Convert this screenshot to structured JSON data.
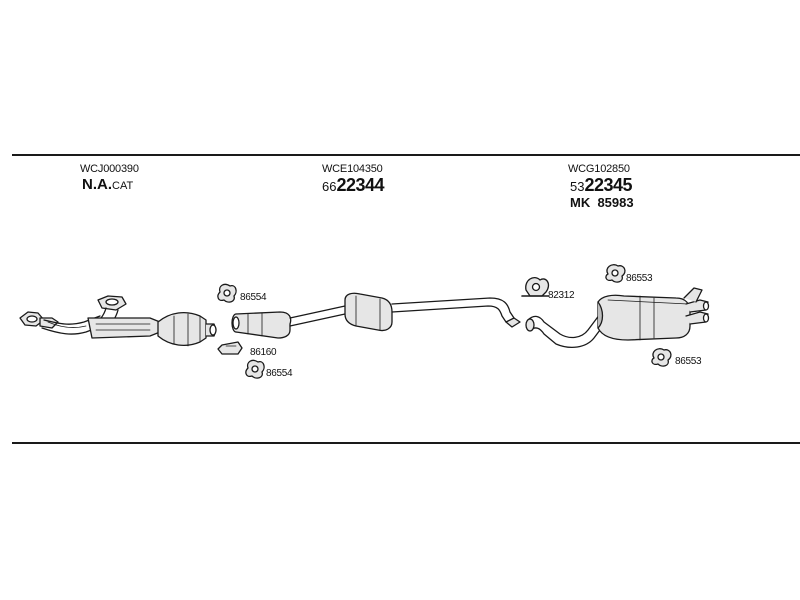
{
  "groups": [
    {
      "code": "WCJ000390",
      "note_big": "N.A.",
      "note_small": "CAT"
    },
    {
      "code": "WCE104350",
      "num_prefix": "66",
      "num_main": "22344"
    },
    {
      "code": "WCG102850",
      "num_prefix": "53",
      "num_main": "22345",
      "mk_label": "MK",
      "mk_value": "85983"
    }
  ],
  "callouts": [
    "86554",
    "86160",
    "86554",
    "82312",
    "86553",
    "86553"
  ],
  "colors": {
    "line": "#1a1a1a",
    "fill": "#e6e6e6",
    "shade": "#bdbdbd"
  }
}
